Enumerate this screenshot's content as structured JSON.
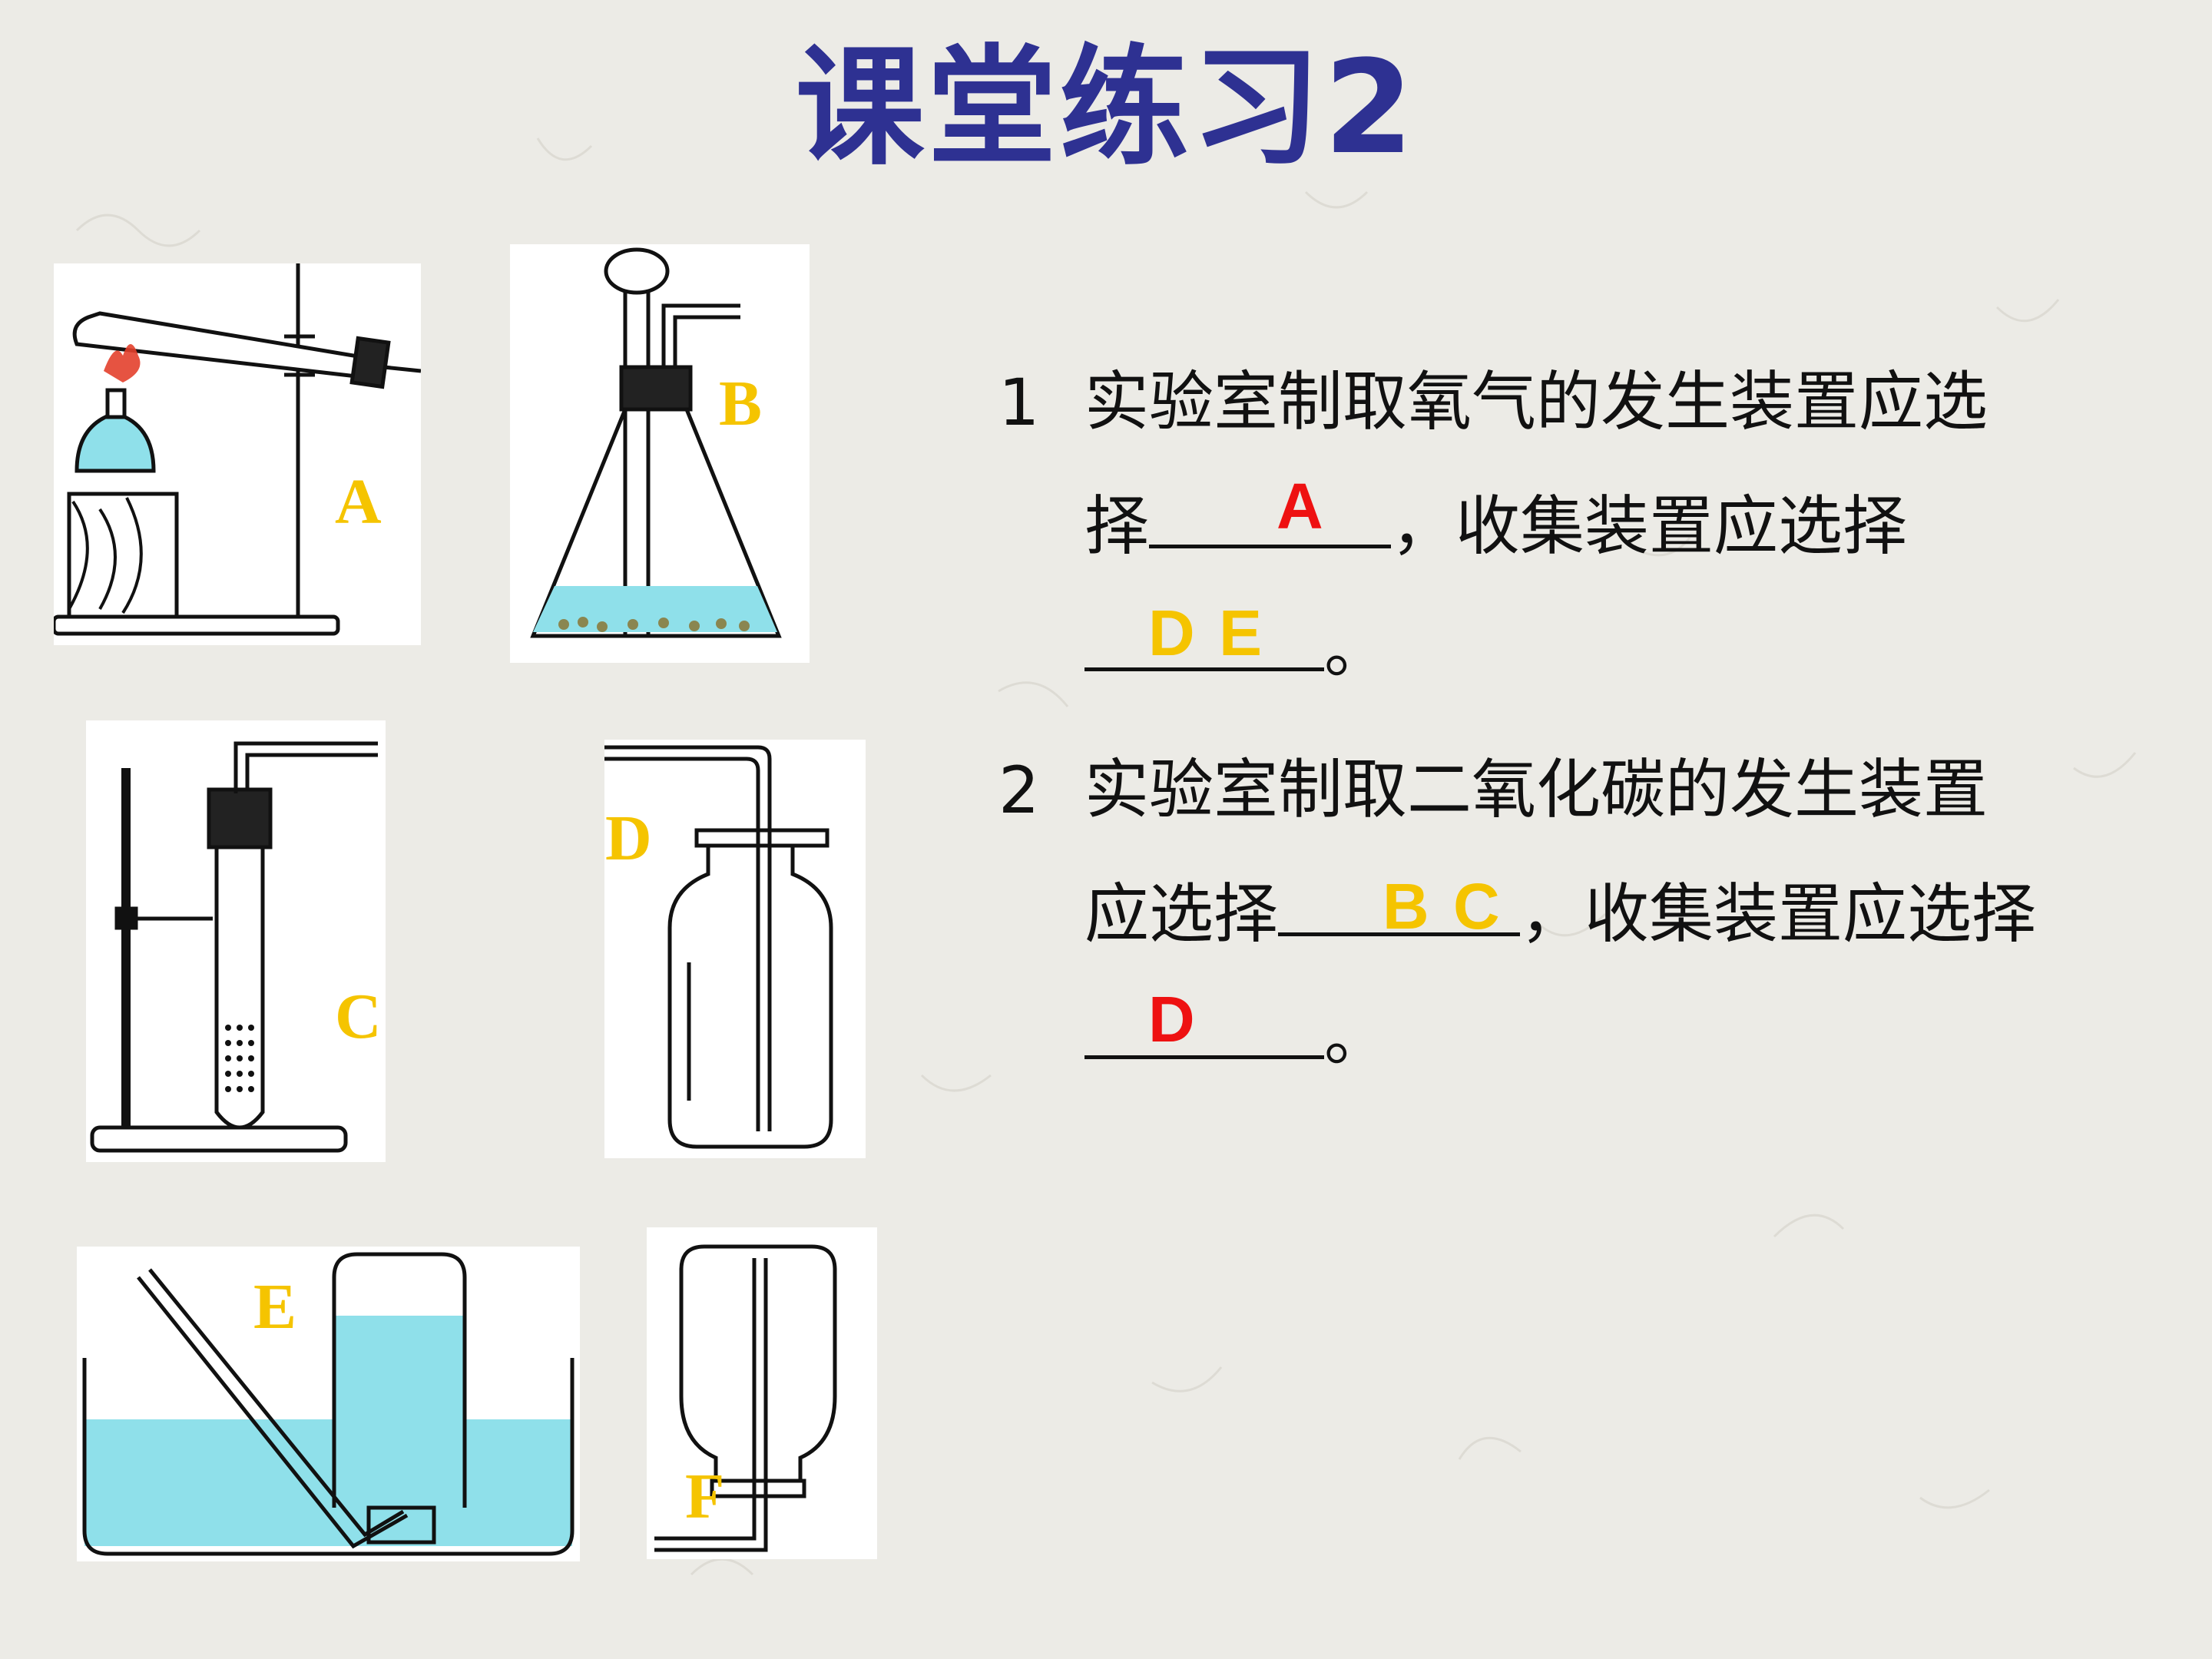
{
  "title": "课堂练习2",
  "colors": {
    "title": "#2e3192",
    "label": "#f5c400",
    "answer_red": "#ee1111",
    "answer_yellow": "#f5c400",
    "water": "#8fe0ea"
  },
  "apparatus": [
    {
      "label": "A",
      "icon": "test-tube-heating-apparatus"
    },
    {
      "label": "B",
      "icon": "conical-flask-funnel-apparatus"
    },
    {
      "label": "C",
      "icon": "test-tube-clamp-apparatus"
    },
    {
      "label": "D",
      "icon": "upward-air-collection-bottle"
    },
    {
      "label": "E",
      "icon": "water-displacement-collection"
    },
    {
      "label": "F",
      "icon": "downward-air-collection-bottle"
    }
  ],
  "questions": [
    {
      "number": "1",
      "line1": "实验室制取氧气的发生装置应选",
      "line2_prefix": "择",
      "line2_suffix": "，收集装置应选择",
      "line3_suffix": "。",
      "answer_generation": "A",
      "answer_collection": "D E"
    },
    {
      "number": "2",
      "line1": "实验室制取二氧化碳的发生装置",
      "line2_prefix": "应选择",
      "line2_suffix": "，收集装置应选择",
      "line3_suffix": "。",
      "answer_generation": "B C",
      "answer_collection": "D"
    }
  ]
}
